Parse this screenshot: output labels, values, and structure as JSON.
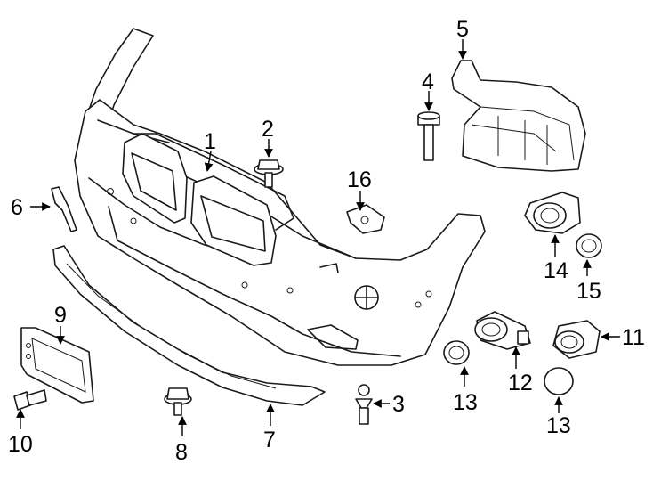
{
  "callouts": [
    {
      "id": "c1",
      "label": "1"
    },
    {
      "id": "c2",
      "label": "2"
    },
    {
      "id": "c3",
      "label": "3"
    },
    {
      "id": "c4",
      "label": "4"
    },
    {
      "id": "c5",
      "label": "5"
    },
    {
      "id": "c6",
      "label": "6"
    },
    {
      "id": "c7",
      "label": "7"
    },
    {
      "id": "c8",
      "label": "8"
    },
    {
      "id": "c9",
      "label": "9"
    },
    {
      "id": "c10",
      "label": "10"
    },
    {
      "id": "c11",
      "label": "11"
    },
    {
      "id": "c12",
      "label": "12"
    },
    {
      "id": "c13a",
      "label": "13"
    },
    {
      "id": "c13b",
      "label": "13"
    },
    {
      "id": "c14",
      "label": "14"
    },
    {
      "id": "c15",
      "label": "15"
    },
    {
      "id": "c16",
      "label": "16"
    }
  ]
}
